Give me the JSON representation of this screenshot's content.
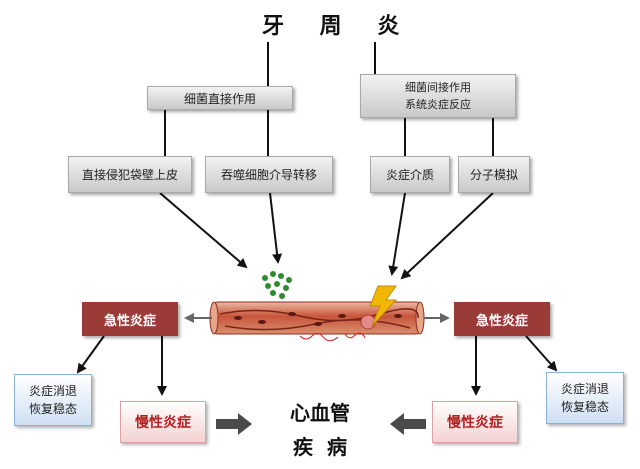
{
  "title": "牙 周 炎",
  "top_boxes": {
    "direct": "细菌直接作用",
    "indirect_line1": "细菌间接作用",
    "indirect_line2": "系统炎症反应"
  },
  "mechanisms": {
    "invade": "直接侵犯袋壁上皮",
    "phagocyte": "吞噬细胞介导转移",
    "mediator": "炎症介质",
    "mimicry": "分子模拟"
  },
  "acute_left": "急性炎症",
  "acute_right": "急性炎症",
  "resolve_left": {
    "line1": "炎症消退",
    "line2": "恢复稳态"
  },
  "resolve_right": {
    "line1": "炎症消退",
    "line2": "恢复稳态"
  },
  "chronic_left": "慢性炎症",
  "chronic_right": "慢性炎症",
  "outcome": {
    "line1": "心血管",
    "line2": "疾  病"
  },
  "colors": {
    "acute": "#9b3b38",
    "chronic_text": "#b02020",
    "vessel": "#c8553b",
    "bacteria": "#2e8b2e",
    "lightning": "#f2b705"
  }
}
